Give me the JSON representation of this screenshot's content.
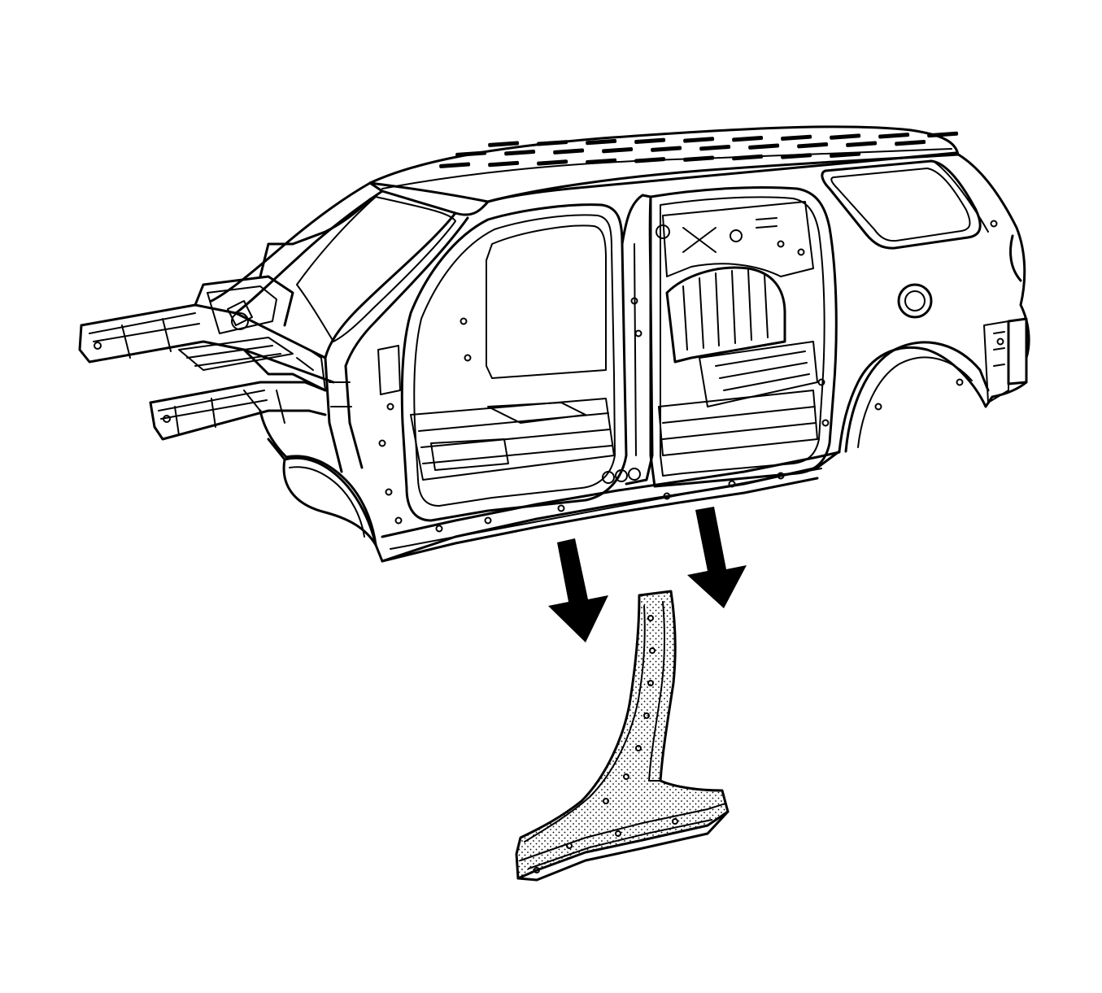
{
  "figure": {
    "caption": "",
    "components": [
      {
        "id": "body-shell",
        "icon": "vehicle-body-shell-icon"
      },
      {
        "id": "removal-arrow-left",
        "icon": "down-arrow-icon"
      },
      {
        "id": "removal-arrow-right",
        "icon": "down-arrow-icon"
      },
      {
        "id": "b-pillar-panel",
        "icon": "b-pillar-rocker-panel-icon",
        "fill_pattern": "stipple"
      }
    ],
    "colors": {
      "ink": "#000000",
      "paper": "#ffffff"
    }
  }
}
